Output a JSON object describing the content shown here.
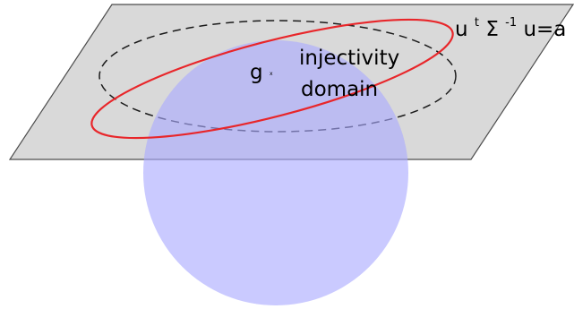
{
  "labels": {
    "point_name": "g",
    "point_marker": "x",
    "domain_line1": "injectivity",
    "domain_line2": "domain",
    "equation": {
      "base1": "u",
      "sup1": "t",
      "base2": "Σ",
      "sup2": "-1",
      "base3": "u=a"
    }
  },
  "colors": {
    "plane_fill": "#d9d9d9",
    "plane_stroke": "#4d4d4d",
    "sphere_fill": "#aaaaff",
    "ellipse_red": "#e8262a",
    "dashed": "#1a1a1a"
  }
}
